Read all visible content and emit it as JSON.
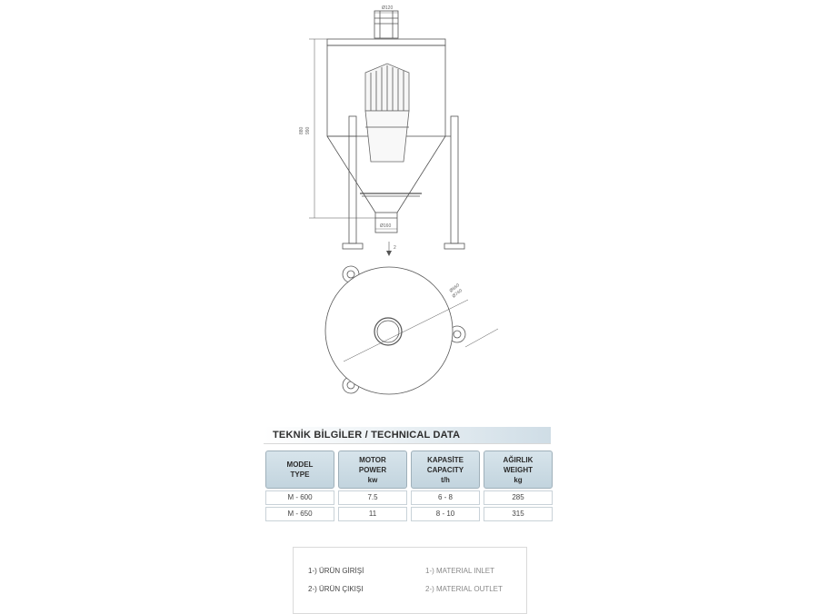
{
  "drawing": {
    "dims": {
      "top_outlet": "Ø120",
      "height_1": "880",
      "height_2": "990",
      "bottom_outlet": "Ø160",
      "arrow_label": "2",
      "diam_1": "Ø660",
      "diam_2": "Ø740"
    }
  },
  "tech": {
    "title": "TEKNİK BİLGİLER / TECHNICAL DATA",
    "columns": [
      {
        "line1": "MODEL",
        "line2": "TYPE",
        "line3": "",
        "rows": [
          "M - 600",
          "M - 650"
        ]
      },
      {
        "line1": "MOTOR",
        "line2": "POWER",
        "line3": "kw",
        "rows": [
          "7.5",
          "11"
        ]
      },
      {
        "line1": "KAPASİTE",
        "line2": "CAPACITY",
        "line3": "t/h",
        "rows": [
          "6 - 8",
          "8 - 10"
        ]
      },
      {
        "line1": "AĞIRLIK",
        "line2": "WEIGHT",
        "line3": "kg",
        "rows": [
          "285",
          "315"
        ]
      }
    ]
  },
  "legend": {
    "items": [
      {
        "tr": "1-) ÜRÜN GİRİŞİ",
        "en": "1-) MATERIAL INLET"
      },
      {
        "tr": "2-) ÜRÜN ÇIKIŞI",
        "en": "2-) MATERIAL OUTLET"
      }
    ]
  }
}
